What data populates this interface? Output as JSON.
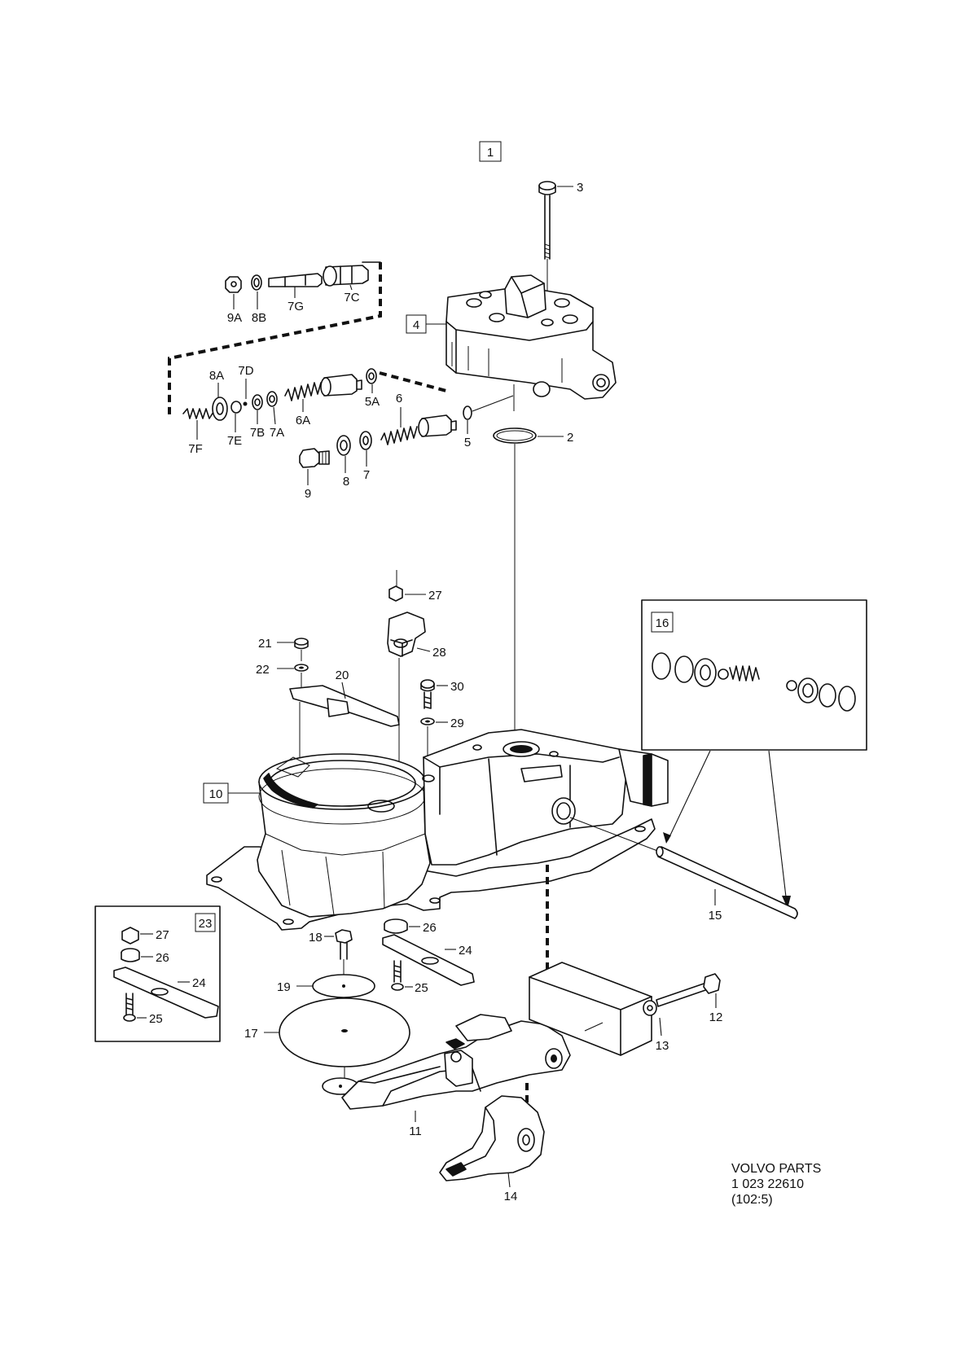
{
  "callouts": {
    "c1": "1",
    "c2": "2",
    "c3": "3",
    "c4": "4",
    "c5": "5",
    "c5a": "5A",
    "c6": "6",
    "c6a": "6A",
    "c7": "7",
    "c7a": "7A",
    "c7b": "7B",
    "c7c": "7C",
    "c7d": "7D",
    "c7e": "7E",
    "c7f": "7F",
    "c7g": "7G",
    "c8": "8",
    "c8a": "8A",
    "c8b": "8B",
    "c9": "9",
    "c9a": "9A",
    "c10": "10",
    "c11": "11",
    "c12": "12",
    "c13": "13",
    "c14": "14",
    "c15": "15",
    "c16": "16",
    "c17": "17",
    "c18": "18",
    "c19": "19",
    "c20": "20",
    "c21": "21",
    "c22": "22",
    "c23": "23",
    "c24": "24",
    "c25": "25",
    "c26": "26",
    "c27": "27",
    "c28": "28",
    "c29": "29",
    "c30": "30"
  },
  "reference": {
    "line1": "VOLVO PARTS",
    "line2": "1 023  22610",
    "line3": "(102:5)"
  }
}
